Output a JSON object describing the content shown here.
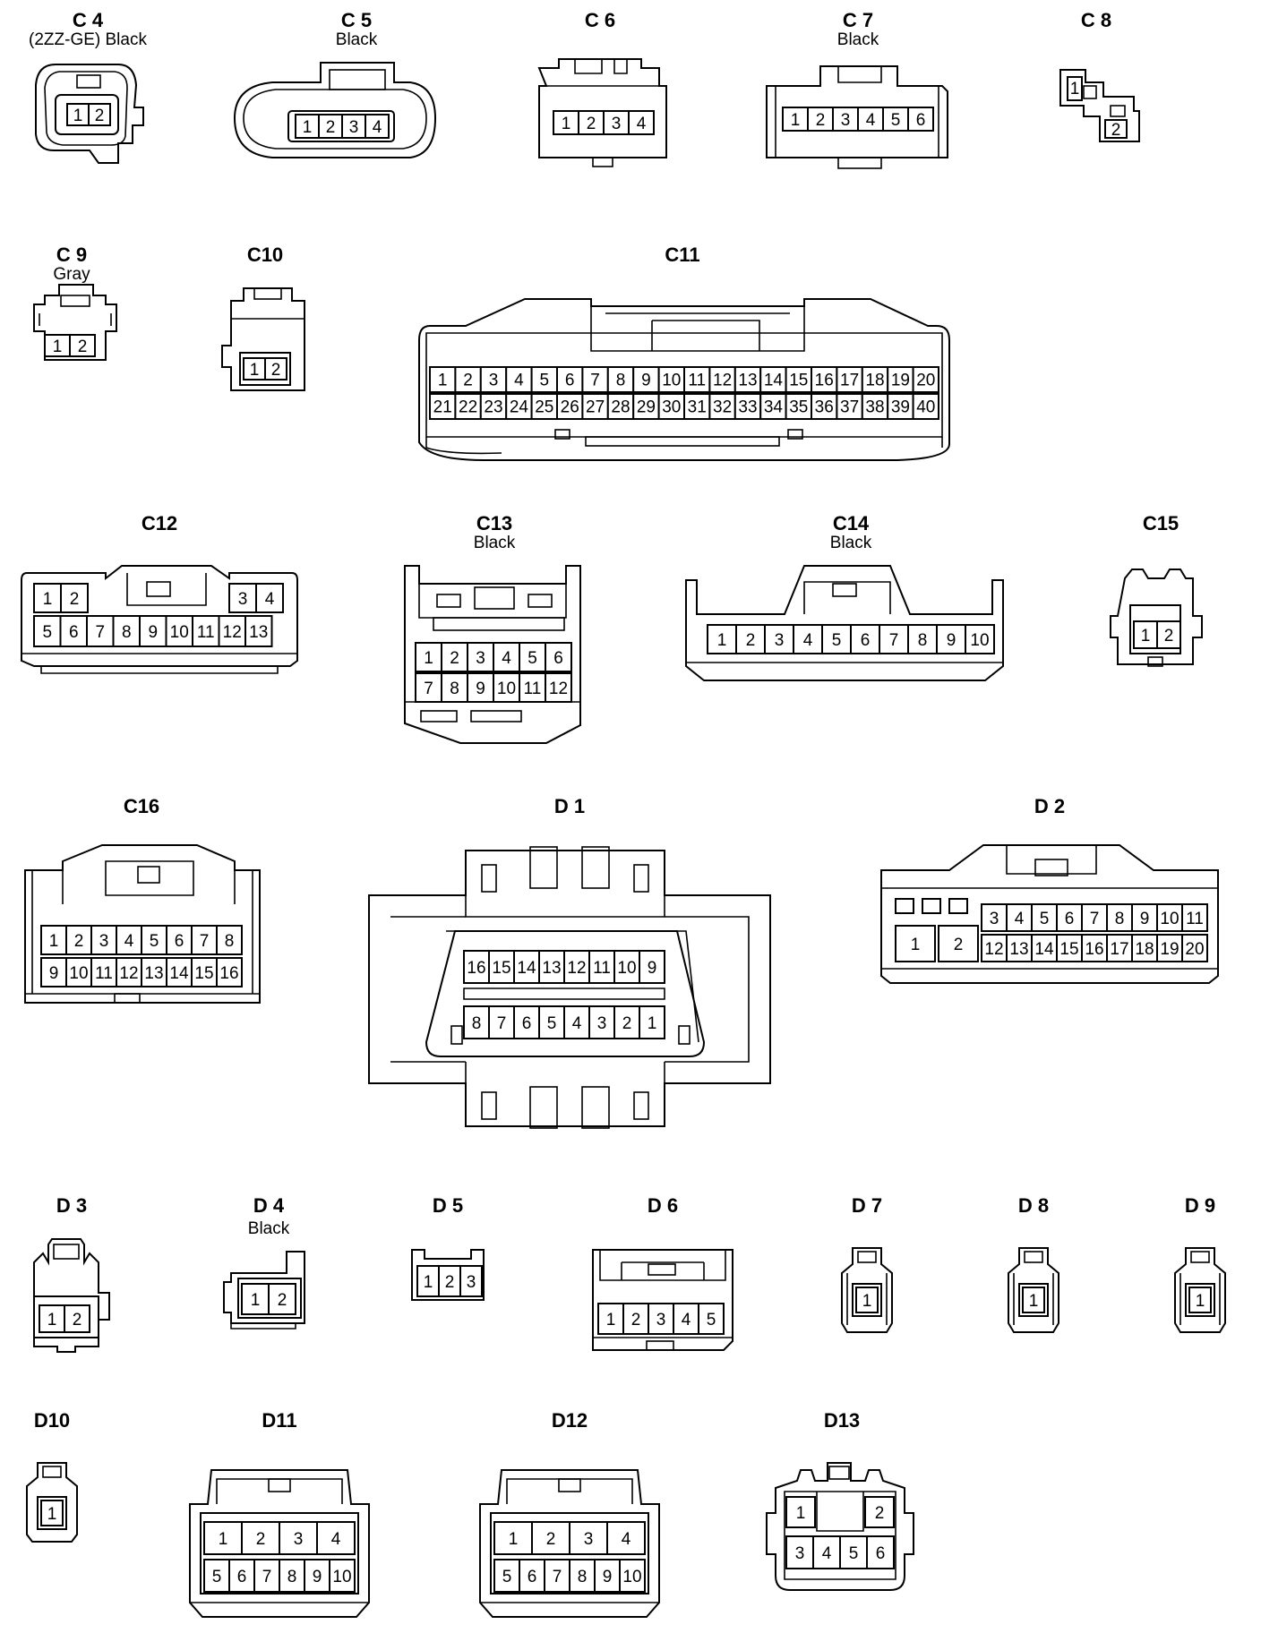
{
  "connectors": [
    {
      "id": "C 4",
      "notes": [
        "(2ZZ-GE)  Black"
      ],
      "rows": [
        [
          "1",
          "2"
        ]
      ]
    },
    {
      "id": "C 5",
      "notes": [
        "Black"
      ],
      "rows": [
        [
          "1",
          "2",
          "3",
          "4"
        ]
      ]
    },
    {
      "id": "C 6",
      "notes": [],
      "rows": [
        [
          "1",
          "2",
          "3",
          "4"
        ]
      ]
    },
    {
      "id": "C 7",
      "notes": [
        "Black"
      ],
      "rows": [
        [
          "1",
          "2",
          "3",
          "4",
          "5",
          "6"
        ]
      ]
    },
    {
      "id": "C 8",
      "notes": [],
      "rows": [
        [
          "1"
        ],
        [
          "2"
        ]
      ]
    },
    {
      "id": "C 9",
      "notes": [
        "Gray"
      ],
      "rows": [
        [
          "1",
          "2"
        ]
      ]
    },
    {
      "id": "C10",
      "notes": [],
      "rows": [
        [
          "1",
          "2"
        ]
      ]
    },
    {
      "id": "C11",
      "notes": [],
      "rows": [
        [
          "1",
          "2",
          "3",
          "4",
          "5",
          "6",
          "7",
          "8",
          "9",
          "10",
          "11",
          "12",
          "13",
          "14",
          "15",
          "16",
          "17",
          "18",
          "19",
          "20"
        ],
        [
          "21",
          "22",
          "23",
          "24",
          "25",
          "26",
          "27",
          "28",
          "29",
          "30",
          "31",
          "32",
          "33",
          "34",
          "35",
          "36",
          "37",
          "38",
          "39",
          "40"
        ]
      ]
    },
    {
      "id": "C12",
      "notes": [],
      "rows": [
        [
          "1",
          "2",
          "3",
          "4"
        ],
        [
          "5",
          "6",
          "7",
          "8",
          "9",
          "10",
          "11",
          "12",
          "13"
        ]
      ]
    },
    {
      "id": "C13",
      "notes": [
        "Black"
      ],
      "rows": [
        [
          "1",
          "2",
          "3",
          "4",
          "5",
          "6"
        ],
        [
          "7",
          "8",
          "9",
          "10",
          "11",
          "12"
        ]
      ]
    },
    {
      "id": "C14",
      "notes": [
        "Black"
      ],
      "rows": [
        [
          "1",
          "2",
          "3",
          "4",
          "5",
          "6",
          "7",
          "8",
          "9",
          "10"
        ]
      ]
    },
    {
      "id": "C15",
      "notes": [],
      "rows": [
        [
          "1",
          "2"
        ]
      ]
    },
    {
      "id": "C16",
      "notes": [],
      "rows": [
        [
          "1",
          "2",
          "3",
          "4",
          "5",
          "6",
          "7",
          "8"
        ],
        [
          "9",
          "10",
          "11",
          "12",
          "13",
          "14",
          "15",
          "16"
        ]
      ]
    },
    {
      "id": "D 1",
      "notes": [],
      "rows": [
        [
          "16",
          "15",
          "14",
          "13",
          "12",
          "11",
          "10",
          "9"
        ],
        [
          "8",
          "7",
          "6",
          "5",
          "4",
          "3",
          "2",
          "1"
        ]
      ]
    },
    {
      "id": "D 2",
      "notes": [],
      "rows": [
        [
          "1",
          "2"
        ],
        [
          "3",
          "4",
          "5",
          "6",
          "7",
          "8",
          "9",
          "10",
          "11"
        ],
        [
          "12",
          "13",
          "14",
          "15",
          "16",
          "17",
          "18",
          "19",
          "20"
        ]
      ]
    },
    {
      "id": "D 3",
      "notes": [],
      "rows": [
        [
          "1",
          "2"
        ]
      ]
    },
    {
      "id": "D 4",
      "notes": [
        "Black"
      ],
      "rows": [
        [
          "1",
          "2"
        ]
      ]
    },
    {
      "id": "D 5",
      "notes": [],
      "rows": [
        [
          "1",
          "2",
          "3"
        ]
      ]
    },
    {
      "id": "D 6",
      "notes": [],
      "rows": [
        [
          "1",
          "2",
          "3",
          "4",
          "5"
        ]
      ]
    },
    {
      "id": "D 7",
      "notes": [],
      "rows": [
        [
          "1"
        ]
      ]
    },
    {
      "id": "D 8",
      "notes": [],
      "rows": [
        [
          "1"
        ]
      ]
    },
    {
      "id": "D 9",
      "notes": [],
      "rows": [
        [
          "1"
        ]
      ]
    },
    {
      "id": "D10",
      "notes": [],
      "rows": [
        [
          "1"
        ]
      ]
    },
    {
      "id": "D11",
      "notes": [],
      "rows": [
        [
          "1",
          "2",
          "3",
          "4"
        ],
        [
          "5",
          "6",
          "7",
          "8",
          "9",
          "10"
        ]
      ]
    },
    {
      "id": "D12",
      "notes": [],
      "rows": [
        [
          "1",
          "2",
          "3",
          "4"
        ],
        [
          "5",
          "6",
          "7",
          "8",
          "9",
          "10"
        ]
      ]
    },
    {
      "id": "D13",
      "notes": [],
      "rows": [
        [
          "1",
          "2"
        ],
        [
          "3",
          "4",
          "5",
          "6"
        ]
      ]
    }
  ]
}
